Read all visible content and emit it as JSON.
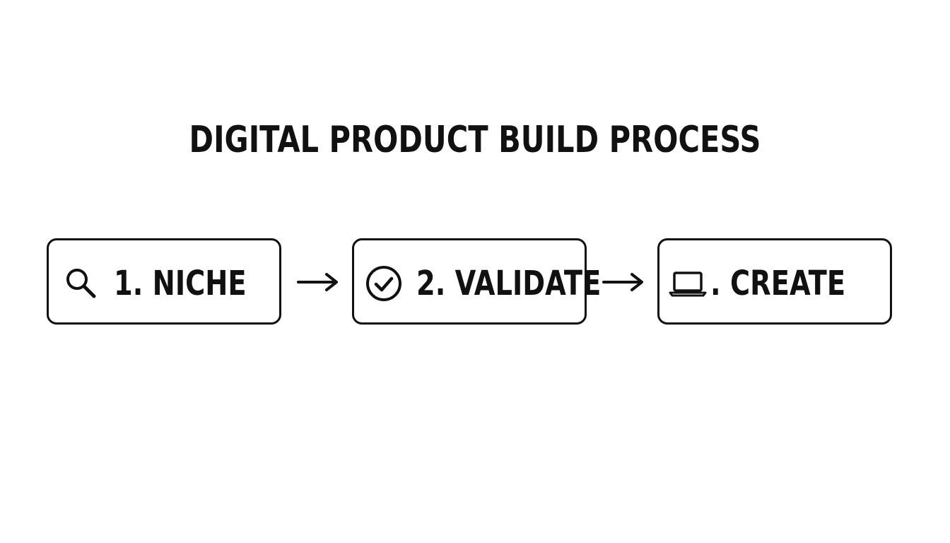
{
  "title": "DIGITAL PRODUCT BUILD PROCESS",
  "steps": [
    {
      "label": "1. NICHE",
      "icon": "search-icon"
    },
    {
      "label": "2. VALIDATE",
      "icon": "check-circle-icon"
    },
    {
      "label": ". CREATE",
      "icon": "laptop-icon"
    }
  ],
  "colors": {
    "stroke": "#111111",
    "background": "#ffffff"
  }
}
